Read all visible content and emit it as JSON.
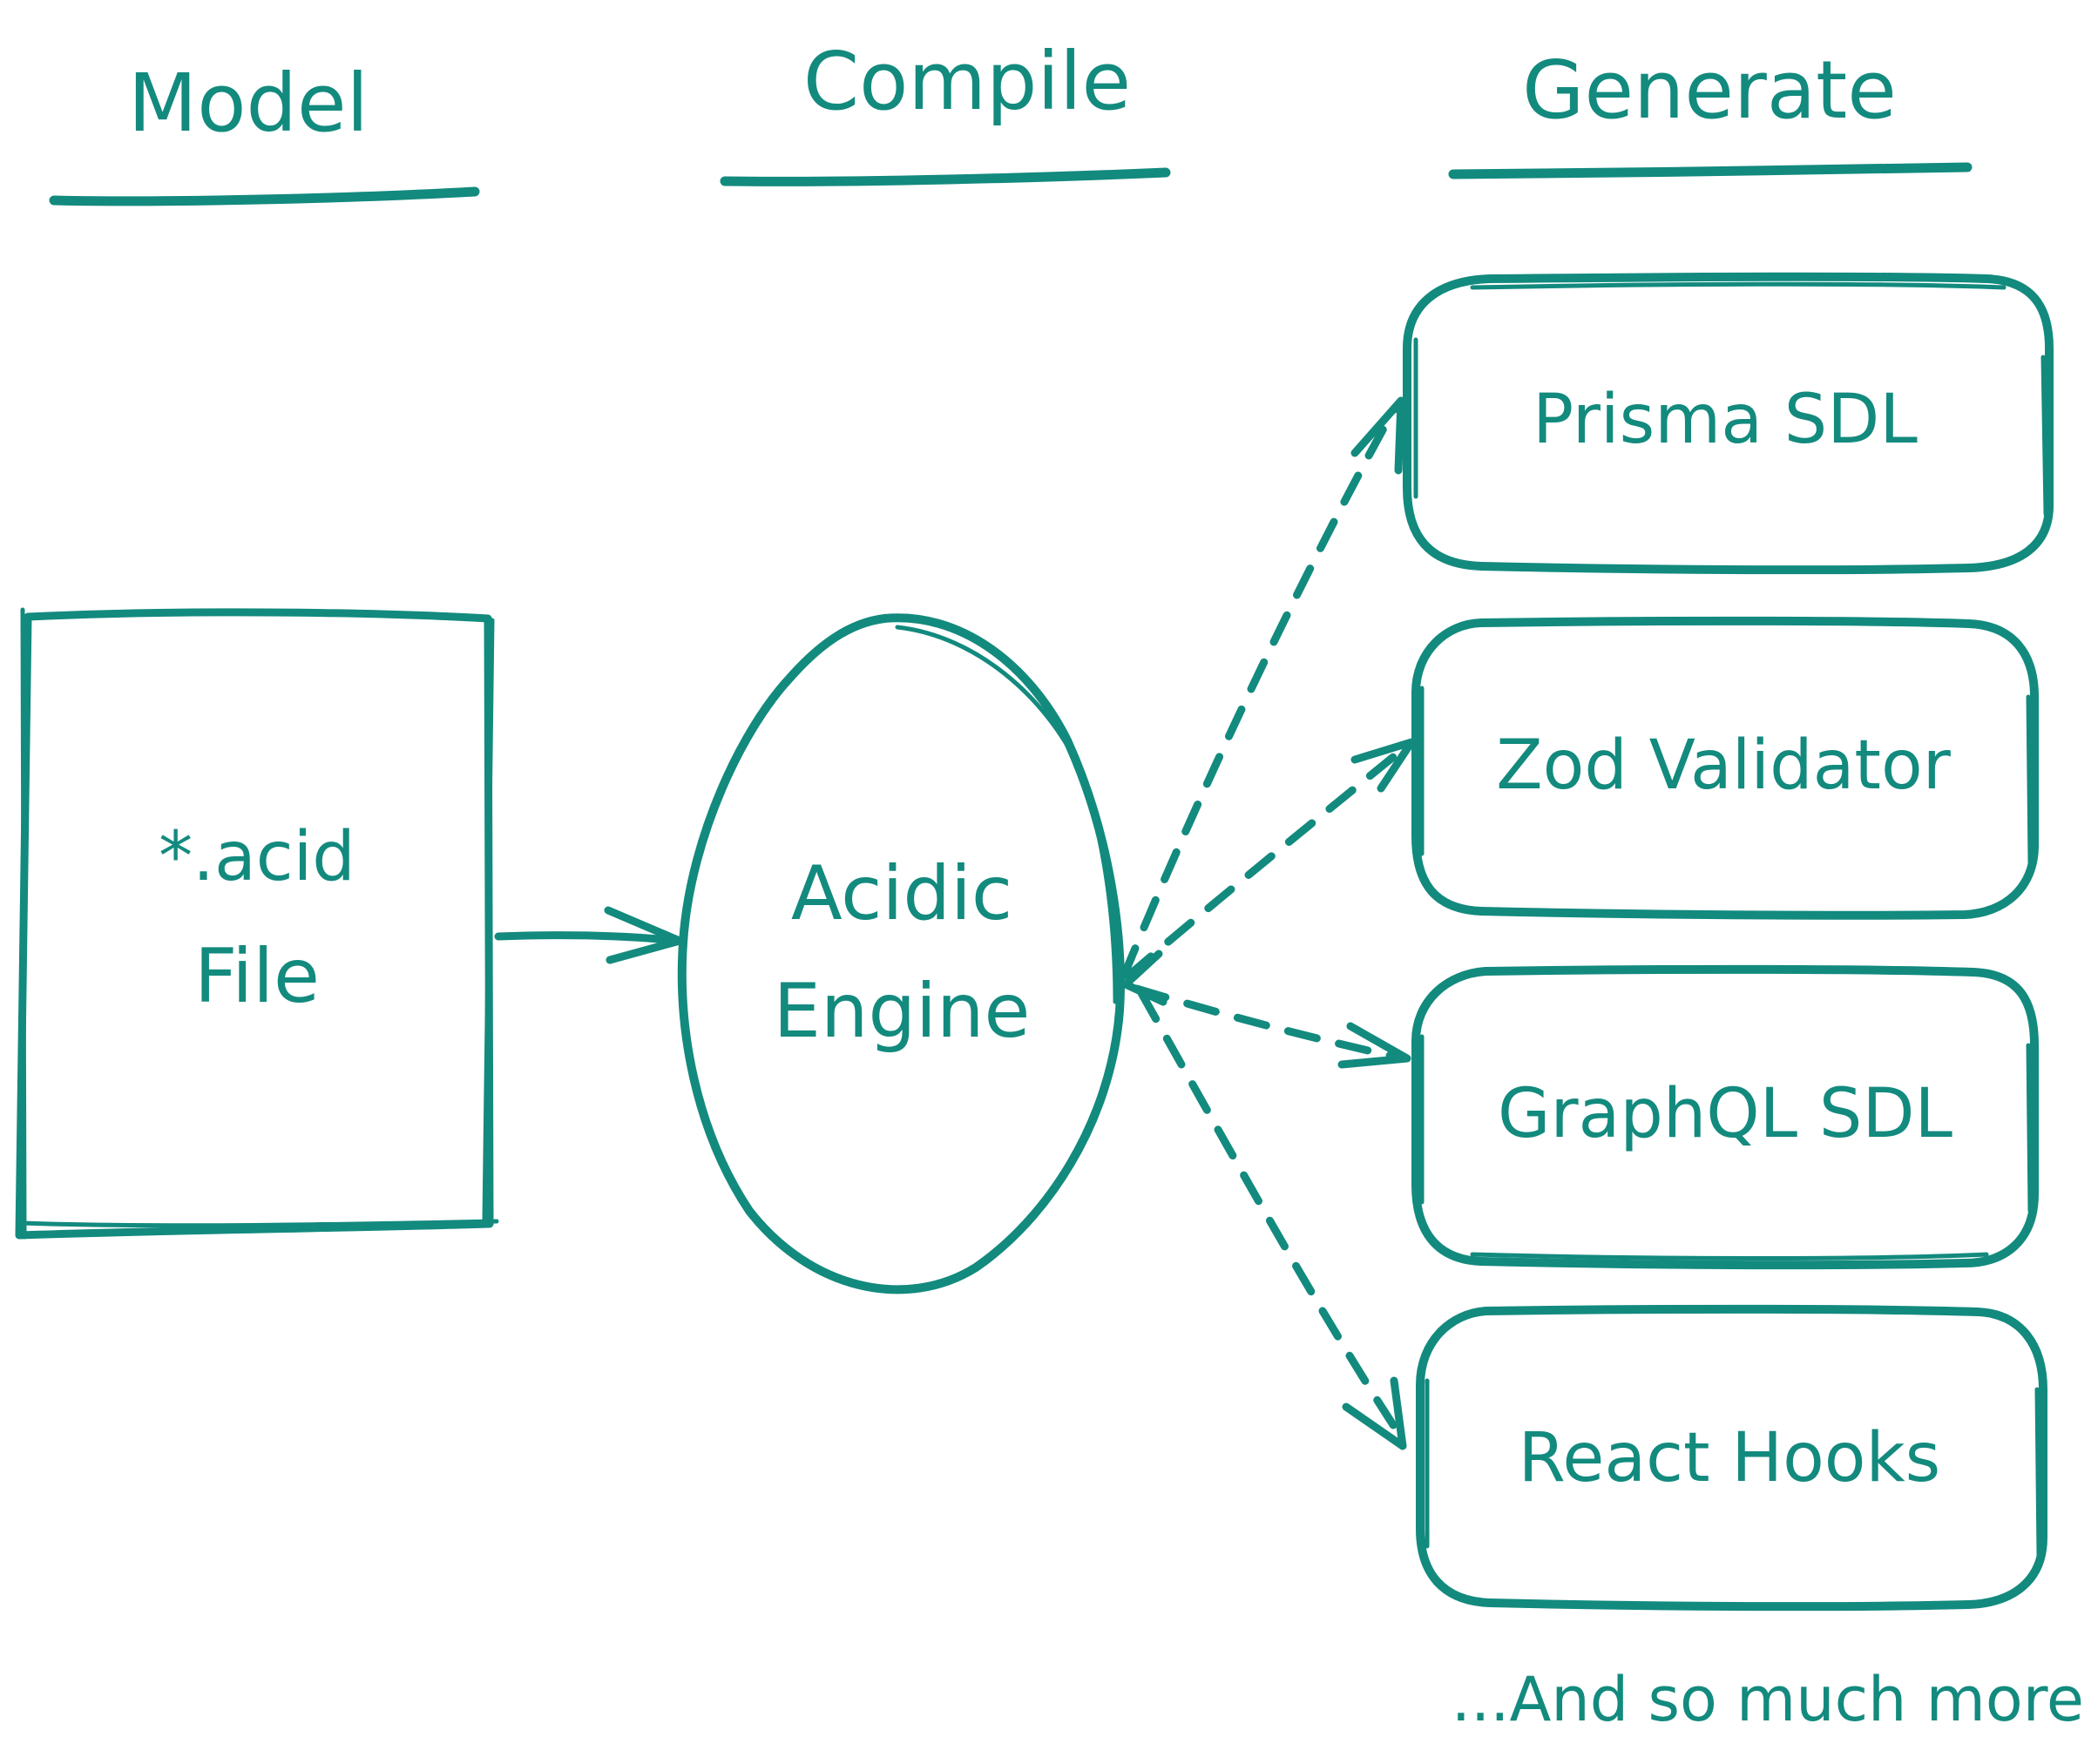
{
  "columns": {
    "model": "Model",
    "compile": "Compile",
    "generate": "Generate"
  },
  "source": {
    "line1": "*.acid",
    "line2": "File"
  },
  "engine": {
    "line1": "Acidic",
    "line2": "Engine"
  },
  "outputs": [
    {
      "label": "Prisma SDL"
    },
    {
      "label": "Zod Validator"
    },
    {
      "label": "GraphQL SDL"
    },
    {
      "label": "React Hooks"
    }
  ],
  "footer": "...And so much more",
  "colors": {
    "ink": "#138a7e",
    "background": "#ffffff"
  }
}
